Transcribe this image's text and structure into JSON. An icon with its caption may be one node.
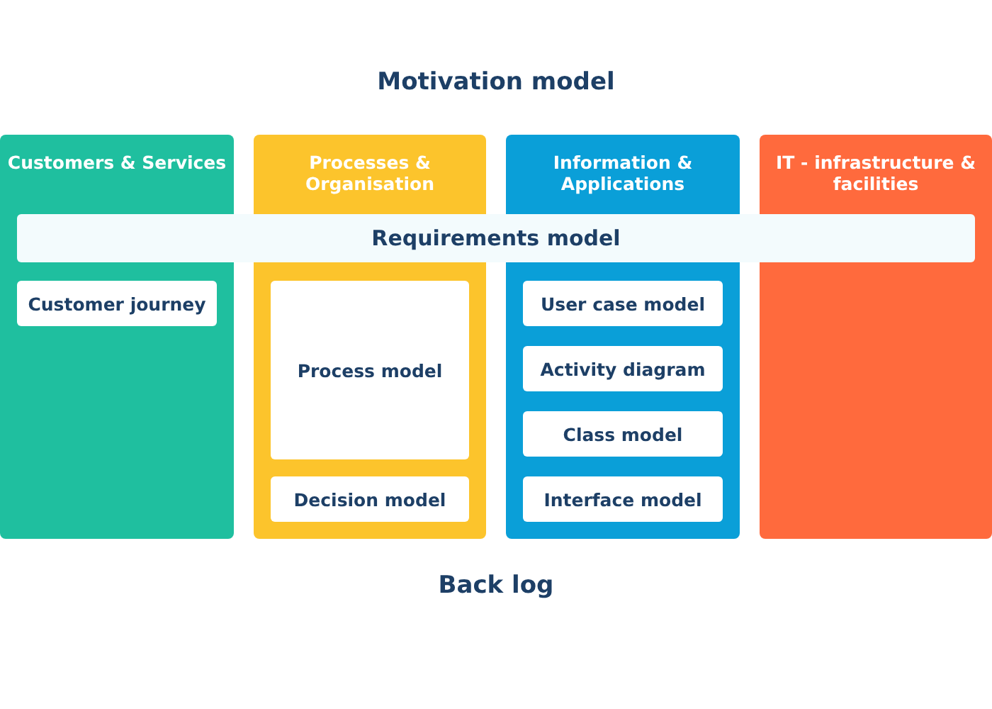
{
  "diagram": {
    "title": "Motivation model",
    "nodes": [
      {
        "text": [
          "Customers & Services"
        ]
      },
      {
        "text": [
          "Customer journey"
        ],
        "in": 0
      },
      {
        "text": [
          "Processes & Organisation"
        ]
      },
      {
        "text": [
          "Process model"
        ],
        "in": 2
      },
      {
        "text": [
          "Decision model"
        ],
        "in": 2
      },
      {
        "text": [
          "Information & Applications"
        ]
      },
      {
        "text": [
          "User case model"
        ],
        "in": 5
      },
      {
        "text": [
          "Activity diagram"
        ],
        "in": 5
      },
      {
        "text": [
          "Class model"
        ],
        "in": 5
      },
      {
        "text": [
          "Interface model"
        ],
        "in": 5
      },
      {
        "text": [
          "IT - infrastructure & facilities"
        ]
      },
      {
        "text": [
          "Requirements model"
        ]
      }
    ],
    "labels": [
      "Back log"
    ]
  }
}
